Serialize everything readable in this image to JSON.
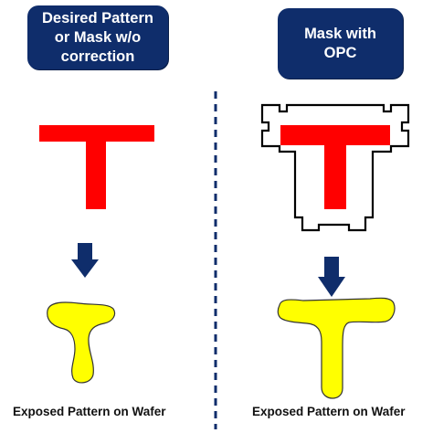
{
  "left_panel": {
    "title_lines": [
      "Desired Pattern",
      "or Mask w/o",
      "correction"
    ],
    "caption": "Exposed Pattern on Wafer"
  },
  "right_panel": {
    "title_lines": [
      "Mask with",
      "OPC"
    ],
    "caption": "Exposed Pattern on Wafer"
  },
  "colors": {
    "title_box": "#0f2d6b",
    "mask_pattern": "#ff0000",
    "exposed_pattern": "#ffff00",
    "arrow": "#0f2d6b",
    "divider": "#0f2d6b"
  },
  "icons": {
    "arrow": "arrow-down-icon",
    "mask": "t-shape-mask",
    "exposed": "t-shape-exposed"
  }
}
